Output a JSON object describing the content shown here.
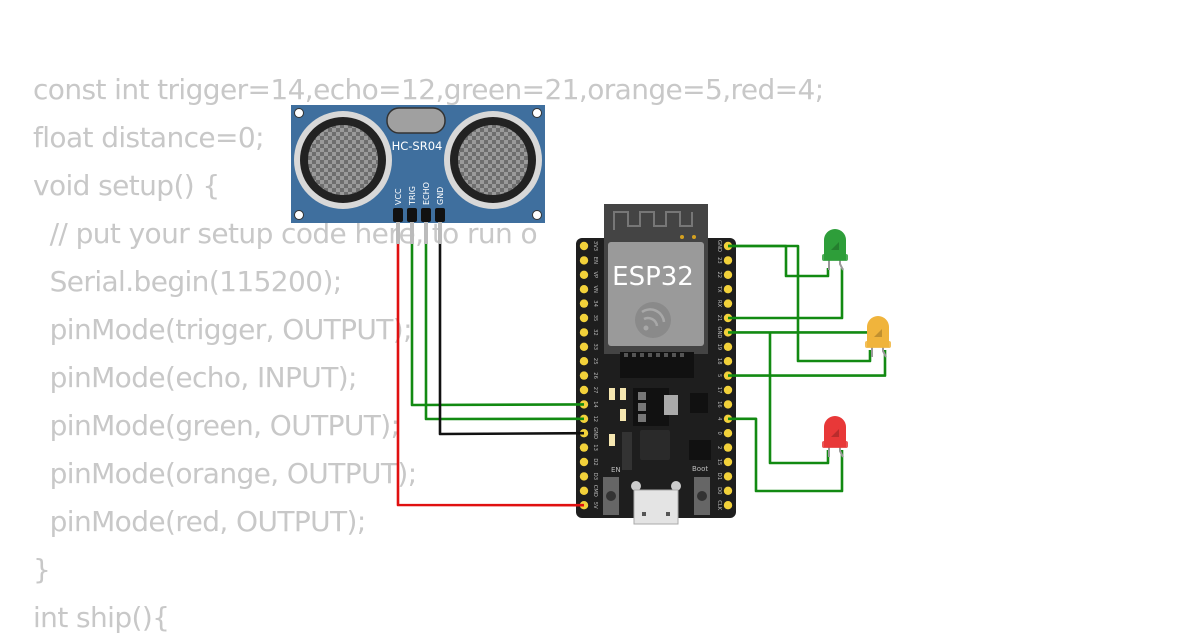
{
  "code_editor": {
    "lines": [
      "const int trigger=14,echo=12,green=21,orange=5,red=4;",
      "float distance=0;",
      "void setup() {",
      "  // put your setup code here, to run o",
      "  Serial.begin(115200);",
      "  pinMode(trigger, OUTPUT);",
      "  pinMode(echo, INPUT);",
      "  pinMode(green, OUTPUT);",
      "  pinMode(orange, OUTPUT);",
      "  pinMode(red, OUTPUT);",
      "}",
      "int ship(){"
    ]
  },
  "components": {
    "ultrasonic": {
      "label": "HC-SR04",
      "pins": [
        "VCC",
        "TRIG",
        "ECHO",
        "GND"
      ],
      "color": "#3f6f9e"
    },
    "esp32": {
      "label": "ESP32",
      "left_pins": [
        "3V3",
        "EN",
        "VP",
        "VN",
        "34",
        "35",
        "32",
        "33",
        "25",
        "26",
        "27",
        "14",
        "12",
        "GND",
        "13",
        "D2",
        "D3",
        "CMD",
        "5V"
      ],
      "right_pins": [
        "GND",
        "23",
        "22",
        "TX",
        "RX",
        "21",
        "GND",
        "19",
        "18",
        "5",
        "17",
        "16",
        "4",
        "0",
        "2",
        "15",
        "D1",
        "D0",
        "CLK"
      ],
      "en_button_label": "EN",
      "boot_button_label": "Boot"
    },
    "leds": [
      {
        "name": "green",
        "color": "#2e9e3a"
      },
      {
        "name": "orange",
        "color": "#f0b43c"
      },
      {
        "name": "red",
        "color": "#e83838"
      }
    ]
  },
  "wire_colors": {
    "power": "#e01010",
    "signal": "#128a12",
    "ground": "#111111"
  }
}
